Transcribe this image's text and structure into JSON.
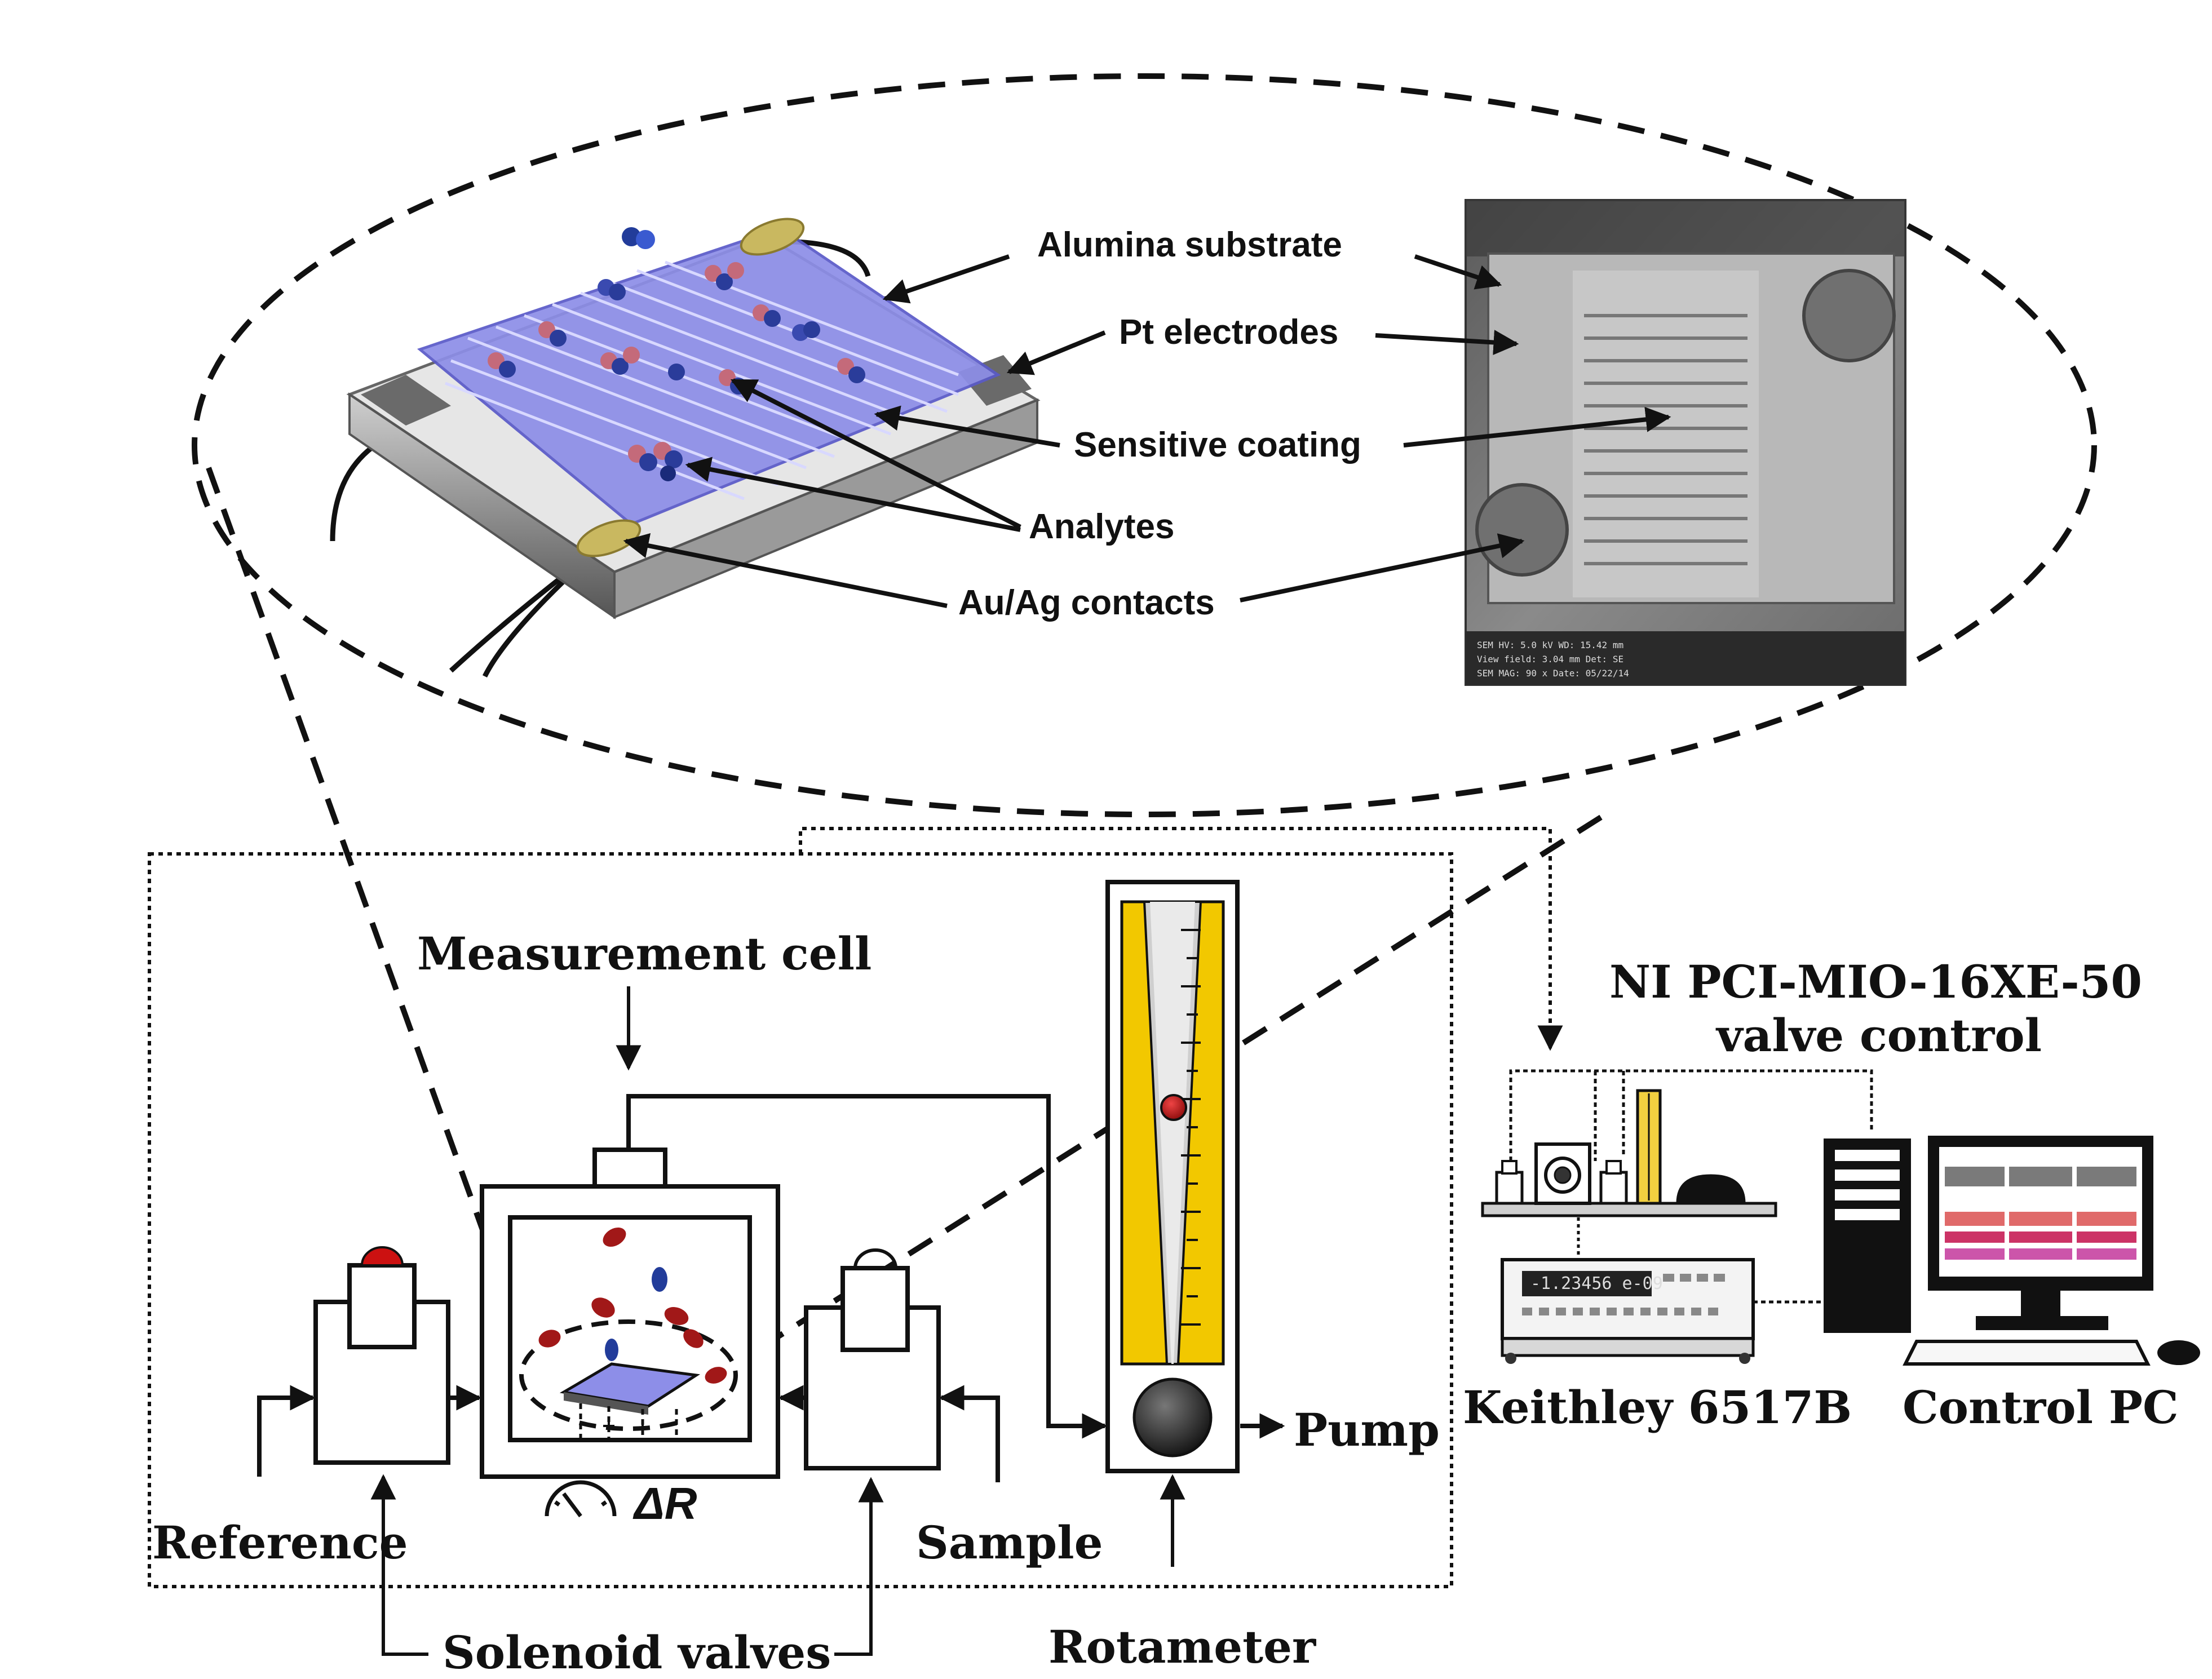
{
  "sensor_labels": {
    "alumina_substrate": "Alumina substrate",
    "pt_electrodes": "Pt electrodes",
    "sensitive_coating": "Sensitive coating",
    "analytes": "Analytes",
    "au_ag_contacts": "Au/Ag contacts"
  },
  "setup_labels": {
    "measurement_cell": "Measurement cell",
    "reference": "Reference",
    "sample": "Sample",
    "solenoid_valves": "Solenoid valves",
    "delta_r": "ΔR",
    "rotameter": "Rotameter",
    "pump": "Pump",
    "daq_line1": "NI PCI-MIO-16XE-50",
    "daq_line2": "valve control",
    "keithley": "Keithley 6517B",
    "control_pc": "Control PC"
  },
  "colors": {
    "coating": "#8d8ee8",
    "rotameter_tube": "#f2c800",
    "float": "#cc1111",
    "molecule_red": "#a11818",
    "molecule_blue": "#223c9a",
    "contact": "#c9b860"
  }
}
